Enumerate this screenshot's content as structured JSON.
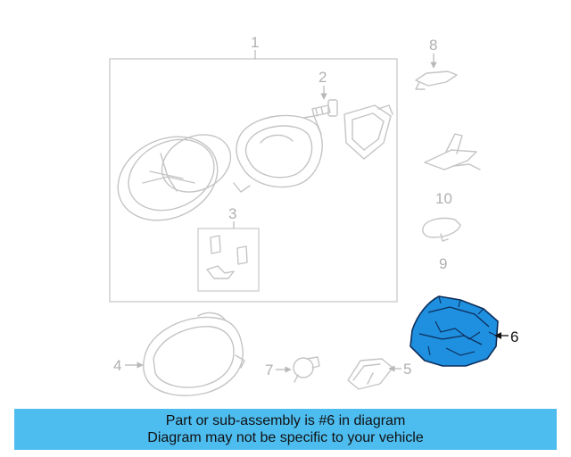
{
  "callouts": {
    "c1": "1",
    "c2": "2",
    "c3": "3",
    "c4": "4",
    "c5": "5",
    "c6": "6",
    "c7": "7",
    "c8": "8",
    "c9": "9",
    "c10": "10"
  },
  "highlight": {
    "part_number": "6",
    "color": "#1f8fe0"
  },
  "banner": {
    "line1": "Part or sub-assembly is #6 in diagram",
    "line2": "Diagram may not be specific to your vehicle",
    "background": "#4dbdf0"
  }
}
